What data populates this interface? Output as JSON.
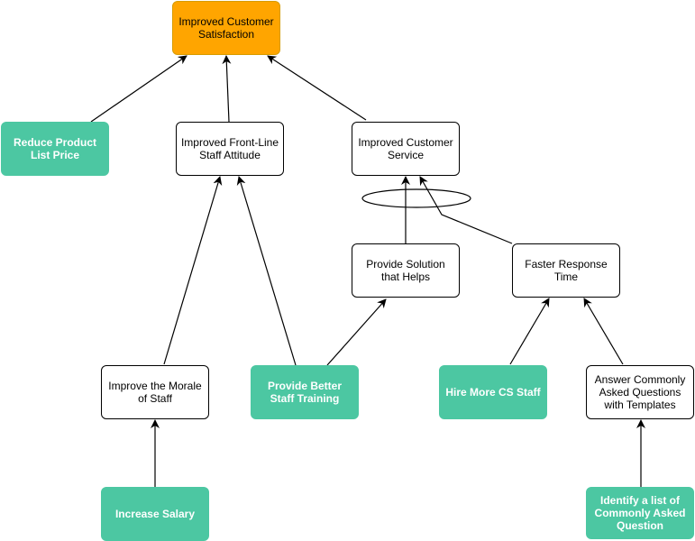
{
  "colors": {
    "goal_fill": "#ffa500",
    "goal_border": "#d79b00",
    "action_fill": "#4cc7a2",
    "action_text": "#ffffff",
    "outcome_fill": "#ffffff",
    "outcome_border": "#000000",
    "edge": "#000000"
  },
  "nodes": {
    "improved_customer_satisfaction": "Improved Customer Satisfaction",
    "reduce_product_list_price": "Reduce Product List Price",
    "improved_front_line_staff_attitude": "Improved Front-Line Staff Attitude",
    "improved_customer_service": "Improved Customer Service",
    "provide_solution_that_helps": "Provide Solution that Helps",
    "faster_response_time": "Faster Response Time",
    "improve_the_morale_of_staff": "Improve the Morale of Staff",
    "provide_better_staff_training": "Provide Better Staff Training",
    "hire_more_cs_staff": "Hire More CS Staff",
    "answer_commonly_asked_questions": "Answer Commonly Asked Questions with Templates",
    "increase_salary": "Increase Salary",
    "identify_commonly_asked_question": "Identify a list of Commonly Asked Question"
  }
}
